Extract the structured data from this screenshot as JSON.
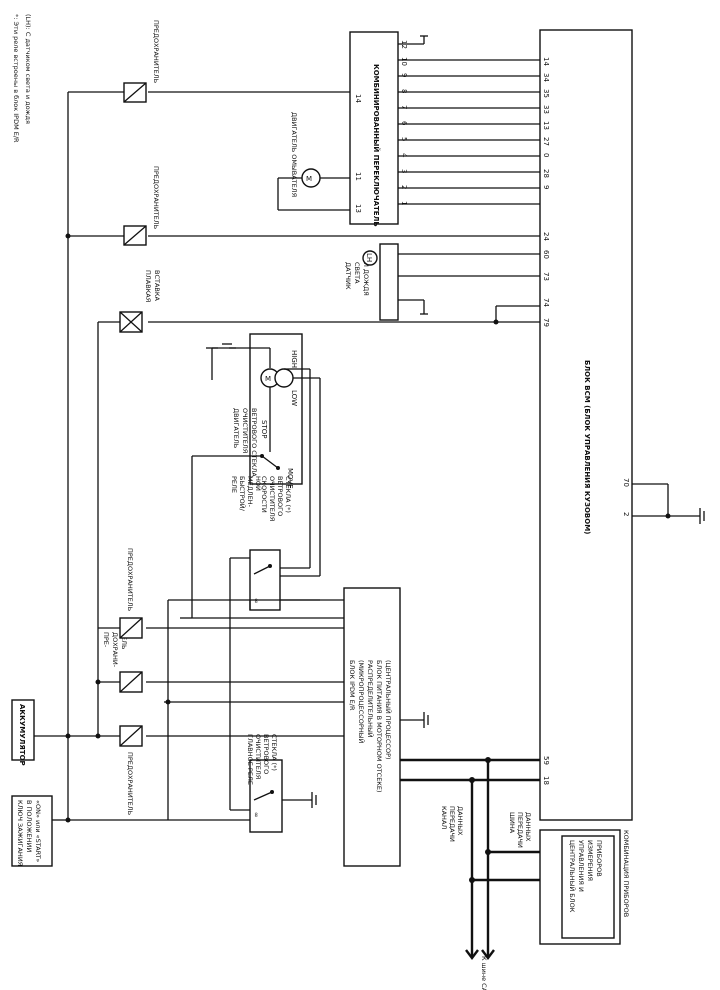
{
  "notes": {
    "asterisk_note": "*: Эти реле встроены в блок IPDM E/R",
    "lh_note": "(LH): С датчиком света и дождя"
  },
  "blocks": {
    "ignition_switch": "КЛЮЧ ЗАЖИГАНИЯ В ПОЛОЖЕНИИ «ON» или «START»",
    "battery": "АККУМУЛЯТОР",
    "combination_switch": "КОМБИНИРОВАННЫЙ ПЕРЕКЛЮЧАТЕЛЬ",
    "washer_motor": "ДВИГАТЕЛЬ ОМЫВАТЕЛЯ",
    "bcm": "БЛОК BCM (БЛОК УПРАВЛЕНИЯ КУЗОВОМ)",
    "ipdm_lines": [
      "БЛОК IPDM E/R",
      "(МИКРОПРОЦЕССОРНЫЙ",
      "РАСПРЕДЕЛИТЕЛЬНЫЙ",
      "БЛОК ПИТАНИЯ В МОТОРНОМ ОТСЕКЕ)",
      "(ЦЕНТРАЛЬНЫЙ ПРОЦЕССОР)"
    ],
    "wiper_motor_lines": [
      "ДВИГАТЕЛЬ",
      "ОЧИСТИТЕЛЯ",
      "ВЕТРОВОГО СТЕКЛА"
    ],
    "wiper_main_relay_lines": [
      "ГЛАВНОЕ РЕЛЕ",
      "ОЧИСТИТЕЛЯ",
      "ВЕТРОВОГО",
      "СТЕКЛА (*)"
    ],
    "hi_lo_relay_lines": [
      "РЕЛЕ",
      "БЫСТРОЙ/",
      "МЕДЛЕН-",
      "НОЙ",
      "СКОРОСТИ",
      "ОЧИСТИТЕЛЯ",
      "ВЕТРОВОГО",
      "СТЕКЛА (*)"
    ],
    "rain_sensor_lines": [
      "ДАТЧИК",
      "СВЕТА",
      "И ДОЖДЯ"
    ],
    "lh_tag": "LH",
    "meter_inner_lines": [
      "ЦЕНТРАЛЬНЫЙ БЛОК",
      "УПРАВЛЕНИЯ И",
      "ИЗМЕРЕНИЯ",
      "ПРИБОРОВ"
    ],
    "meter": "КОМБИНАЦИЯ ПРИБОРОВ",
    "main_fuse": "ПЛАВКАЯ ВСТАВКА",
    "can_h": "КАНАЛ ПЕРЕДАЧИ ДАННЫХ",
    "can_l": "ШИНА ПЕРЕДАЧИ ДАННЫХ",
    "to_can": "К шине CAN"
  },
  "fuses": {
    "top": "ПРЕДОХРАНИТЕЛЬ",
    "second": "ПРЕДОХРАНИТЕЛЬ",
    "battery": "ПРЕДОХРАНИТЕЛЬ",
    "ipdm_a_lines": [
      "ПРЕ-",
      "ДОХРАНИ-",
      "ТЕЛЬ"
    ],
    "ipdm_b": "ПРЕДОХРАНИТЕЛЬ"
  },
  "motor": {
    "stop": "STOP",
    "move": "MOVE",
    "low": "LOW",
    "high": "HIGH",
    "m": "M"
  },
  "pins": {
    "combo_right": [
      "12",
      "10",
      "9",
      "8",
      "7",
      "6",
      "5",
      "4",
      "3",
      "2",
      "1"
    ],
    "combo_left": [
      "14",
      "11",
      "13"
    ],
    "bcm_combo": [
      "14",
      "34",
      "35",
      "33",
      "13",
      "27",
      "0",
      "28",
      "9"
    ],
    "bcm_mid": [
      "24",
      "60",
      "73",
      "74",
      "79"
    ],
    "bcm_low": [
      "70",
      "2"
    ],
    "ipdm_can": [
      "59",
      "18"
    ]
  }
}
